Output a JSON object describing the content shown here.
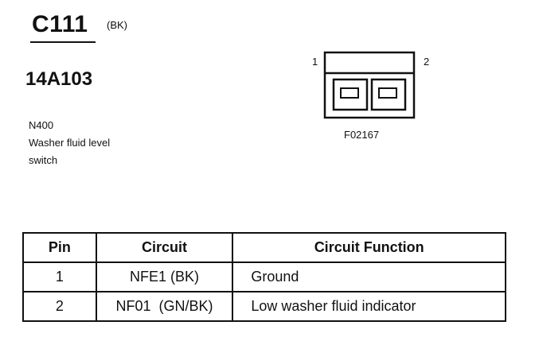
{
  "connector": {
    "id": "C111",
    "color": "(BK)",
    "part_number": "14A103",
    "code": "N400",
    "name_line1": "Washer fluid level",
    "name_line2": "switch"
  },
  "diagram": {
    "pin1_label": "1",
    "pin2_label": "2",
    "figure_code": "F02167"
  },
  "table": {
    "headers": [
      "Pin",
      "Circuit",
      "Circuit Function"
    ],
    "rows": [
      [
        "1",
        "NFE1 (BK)",
        "Ground"
      ],
      [
        "2",
        "NF01  (GN/BK)",
        "Low washer fluid indicator"
      ]
    ]
  }
}
